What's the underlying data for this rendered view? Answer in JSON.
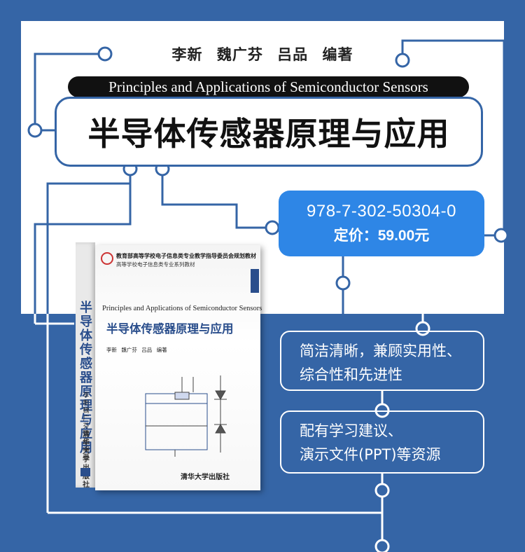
{
  "authors": "李新 魏广芬 吕品 编著",
  "title_en": "Principles and Applications of Semiconductor Sensors",
  "title_cn": "半导体传感器原理与应用",
  "isbn": "978-7-302-50304-0",
  "price": "定价：59.00元",
  "features": [
    {
      "lines": [
        "简洁清晰，兼顾实用性、",
        "综合性和先进性"
      ]
    },
    {
      "lines": [
        "配有学习建议、",
        "演示文件(PPT)等资源"
      ]
    }
  ],
  "book": {
    "series_line1": "教育部高等学校电子信息类专业教学指导委员会规划教材",
    "series_line2": "高等学校电子信息类专业系列教材",
    "cover_title_en": "Principles and Applications of Semiconductor Sensors",
    "cover_title_cn": "半导体传感器原理与应用",
    "cover_authors": "李新 魏广芬 吕品 编著",
    "publisher": "清华大学出版社",
    "spine_title": "半导体传感器原理与应用",
    "spine_authors": "李新 魏广芬 吕品 编著",
    "spine_publisher": "清华大学出版社"
  },
  "colors": {
    "background": "#3565a6",
    "panel": "#ffffff",
    "isbn_box": "#2e86e6",
    "book_accent": "#2a4e8c"
  }
}
